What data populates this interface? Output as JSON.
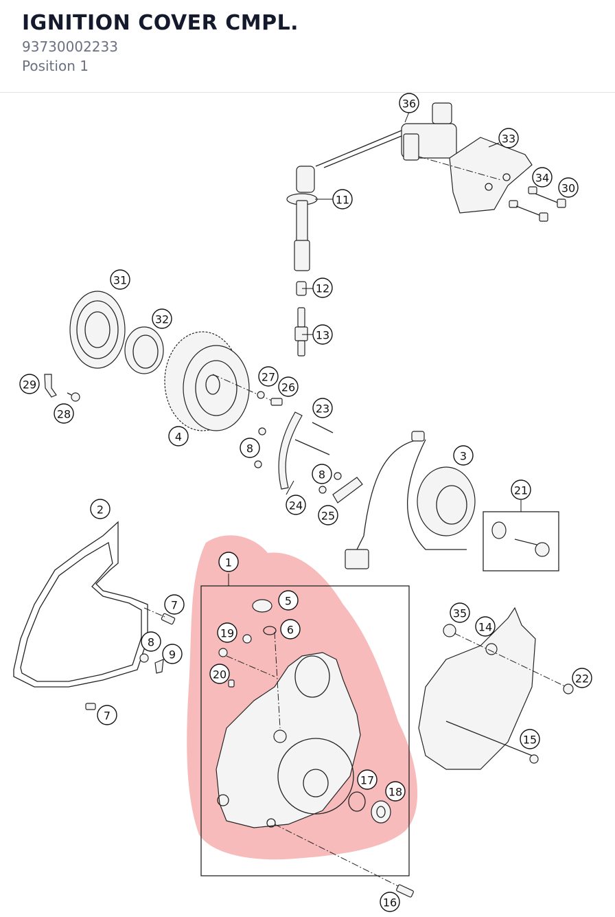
{
  "header": {
    "title": "IGNITION COVER CMPL.",
    "part_number": "93730002233",
    "position": "Position 1"
  },
  "colors": {
    "title": "#141a2c",
    "subtitle": "#6b7080",
    "highlight": "#f27777",
    "line": "#111111"
  },
  "callouts": [
    "1",
    "2",
    "3",
    "4",
    "5",
    "6",
    "7",
    "7",
    "8",
    "8",
    "8",
    "9",
    "11",
    "12",
    "13",
    "14",
    "15",
    "16",
    "17",
    "18",
    "19",
    "20",
    "21",
    "22",
    "23",
    "24",
    "25",
    "26",
    "27",
    "28",
    "29",
    "30",
    "31",
    "32",
    "33",
    "34",
    "35",
    "36"
  ],
  "highlighted_position": "1"
}
